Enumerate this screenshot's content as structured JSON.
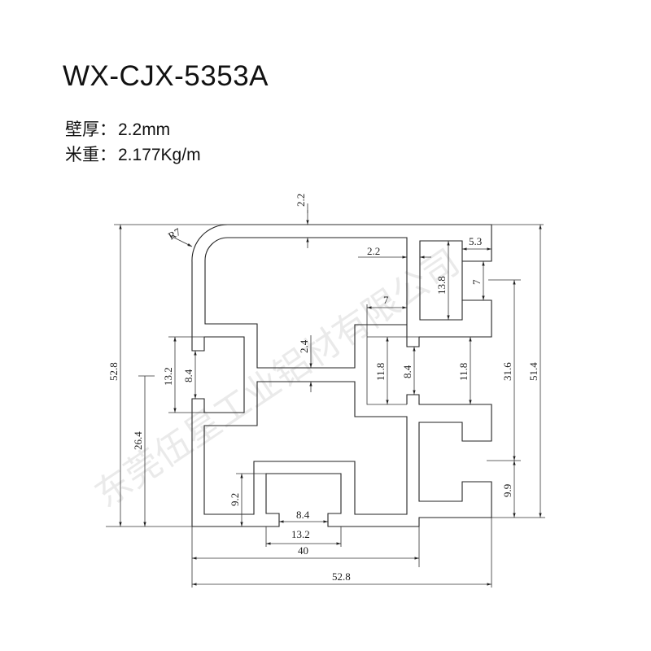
{
  "header": {
    "model": "WX-CJX-5353A",
    "wall_thickness_label": "壁厚：",
    "wall_thickness_value": "2.2mm",
    "weight_label": "米重：",
    "weight_value": "2.177Kg/m"
  },
  "watermark": "东莞伍星工业铝材有限公司",
  "dimensions": {
    "top_wall": "2.2",
    "radius": "R7",
    "inner_wall": "2.2",
    "slot_opening_top": "5.3",
    "slot_depth_top": "13.8",
    "slot_gap_top": "7",
    "center_offset": "7",
    "web": "2.4",
    "left_slot_outer": "13.2",
    "left_slot_gap": "8.4",
    "mid_height_left": "11.8",
    "mid_slot_gap": "8.4",
    "mid_height_right": "11.8",
    "right_span": "31.6",
    "right_height": "51.4",
    "total_height": "52.8",
    "half_height": "26.4",
    "bottom_slot_depth": "9.2",
    "right_bottom": "9.9",
    "bottom_slot_gap": "8.4",
    "bottom_slot_outer": "13.2",
    "bottom_width": "40",
    "total_width": "52.8"
  }
}
